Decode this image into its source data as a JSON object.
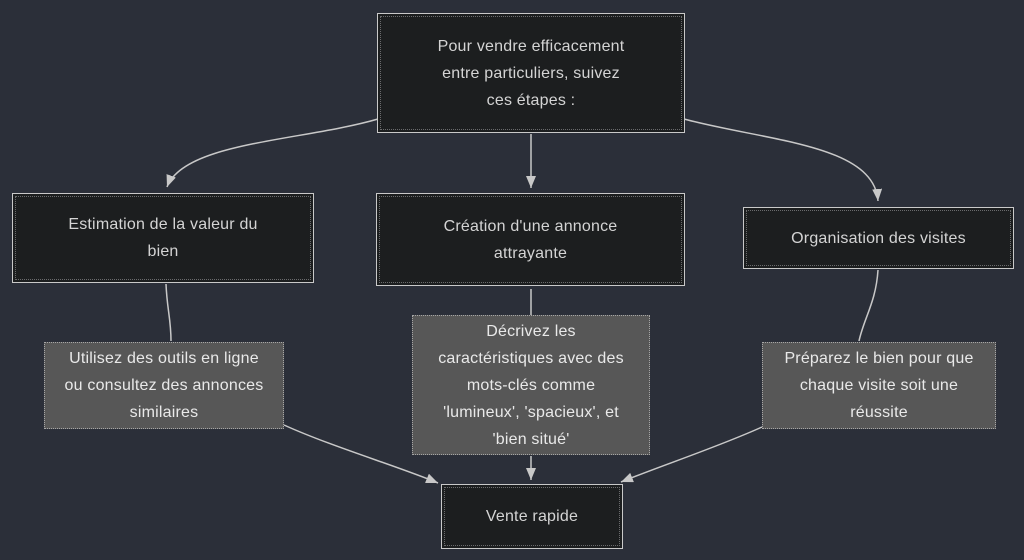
{
  "diagram": {
    "type": "flowchart",
    "direction": "top-down",
    "title_node": {
      "label": "Pour vendre efficacement\nentre particuliers, suivez\nces étapes :"
    },
    "steps": [
      {
        "id": "estimation",
        "label": "Estimation de la valeur du\nbien"
      },
      {
        "id": "creation",
        "label": "Création d'une annonce\nattrayante"
      },
      {
        "id": "organisation",
        "label": "Organisation des visites"
      }
    ],
    "details": [
      {
        "id": "estimation-detail",
        "label": "Utilisez des outils en ligne\nou consultez des annonces\nsimilaires"
      },
      {
        "id": "creation-detail",
        "label": "Décrivez les\ncaractéristiques avec des\nmots-clés comme\n'lumineux', 'spacieux', et\n'bien situé'"
      },
      {
        "id": "organisation-detail",
        "label": "Préparez le bien pour que\nchaque visite soit une\nréussite"
      }
    ],
    "result_node": {
      "label": "Vente rapide"
    },
    "edges": [
      {
        "from": "title",
        "to": "estimation",
        "arrow": true
      },
      {
        "from": "title",
        "to": "creation",
        "arrow": true
      },
      {
        "from": "title",
        "to": "organisation",
        "arrow": true
      },
      {
        "from": "estimation",
        "to": "estimation-detail",
        "arrow": false
      },
      {
        "from": "creation",
        "to": "creation-detail",
        "arrow": false
      },
      {
        "from": "organisation",
        "to": "organisation-detail",
        "arrow": false
      },
      {
        "from": "estimation-detail",
        "to": "result",
        "arrow": true
      },
      {
        "from": "creation-detail",
        "to": "result",
        "arrow": true
      },
      {
        "from": "organisation-detail",
        "to": "result",
        "arrow": true
      }
    ],
    "colors": {
      "background": "#2b2f39",
      "node_fill": "#1c1e1f",
      "node_border": "#c9c9c9",
      "node_text": "#d4d4d4",
      "detail_fill": "#575757",
      "detail_border": "#a6a6a6",
      "detail_text": "#e9e9e9",
      "edge": "#c8c8c8"
    }
  }
}
